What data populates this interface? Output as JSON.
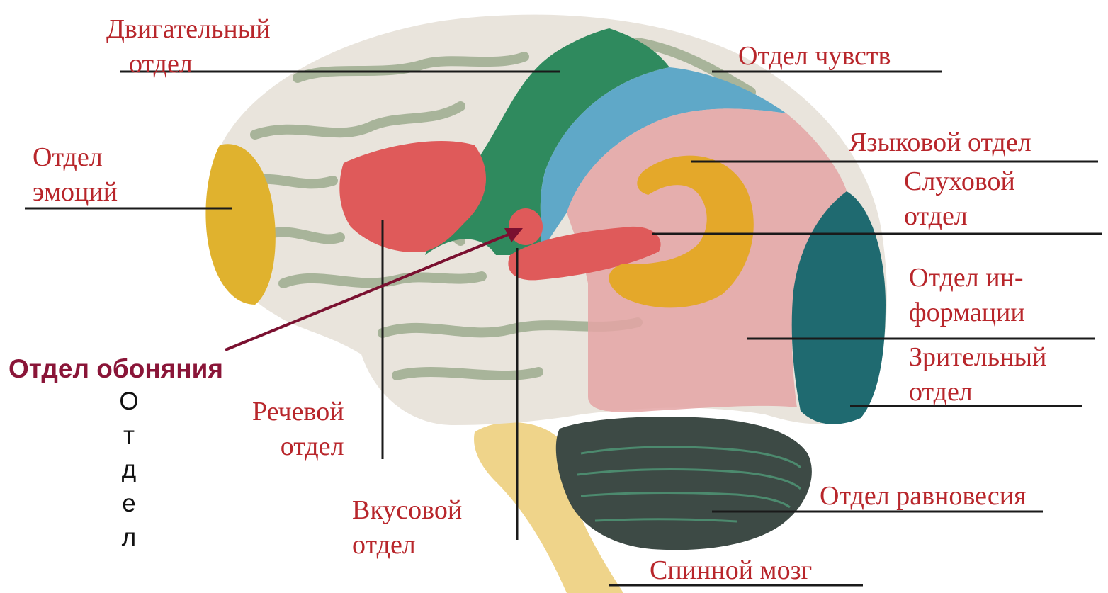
{
  "labels": {
    "motor": [
      "Двигательный",
      "отдел"
    ],
    "senses": "Отдел чувств",
    "emotions": [
      "Отдел",
      "эмоций"
    ],
    "language": "Языковой  отдел",
    "auditory": [
      "Слуховой",
      "отдел"
    ],
    "information": [
      "Отдел ин-",
      "формации"
    ],
    "visual": [
      "Зрительный",
      "отдел"
    ],
    "speech": [
      "Речевой",
      "отдел"
    ],
    "taste": [
      "Вкусовой",
      "отдел"
    ],
    "balance": "Отдел равновесия",
    "spinal_cord": "Спинной мозг",
    "olfaction": "Отдел обоняния"
  },
  "vertical_letters": [
    "О",
    "т",
    "д",
    "е",
    "л"
  ],
  "colors": {
    "label_text": "#b8262b",
    "olfaction_text": "#8a1538",
    "arrow": "#7a1030",
    "leader_line": "#1a1a1a",
    "cortex": "#e9e4dc",
    "cortex_fold": "#a8b49a",
    "motor_area": "#2f8a5e",
    "sense_area": "#5fa8c8",
    "emotion_area": "#e0b22e",
    "speech_area": "#df5a5a",
    "auditory_area": "#e4a82a",
    "info_area": "#e4a4a4",
    "visual_area": "#1f6a70",
    "cerebellum": "#3d4a45",
    "brainstem": "#efd48a"
  }
}
